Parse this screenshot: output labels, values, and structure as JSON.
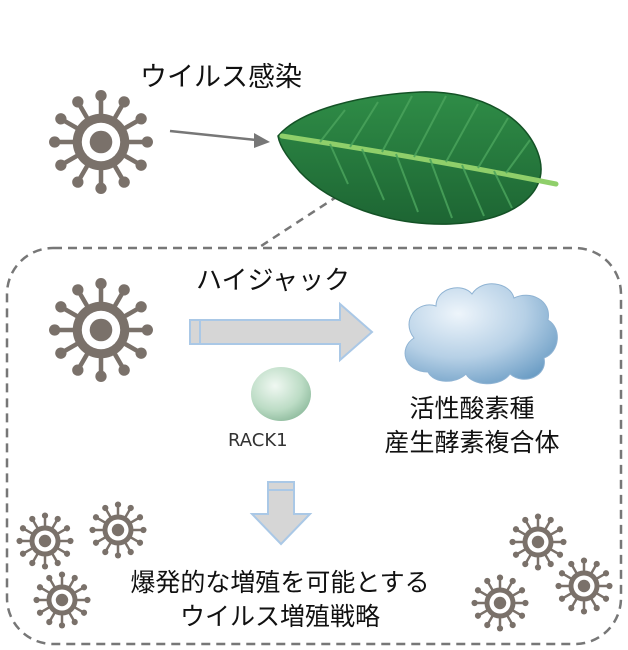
{
  "labels": {
    "virus_infection": "ウイルス感染",
    "hijack": "ハイジャック",
    "rack1": "RACK1",
    "ros_complex_line1": "活性酸素種",
    "ros_complex_line2": "産生酵素複合体",
    "strategy_line1": "爆発的な増殖を可能とする",
    "strategy_line2": "ウイルス増殖戦略"
  },
  "icons": {
    "virus": "virus-icon",
    "leaf": "leaf-icon",
    "cloud": "cloud-icon",
    "rack1_protein": "rack1-ellipse-icon"
  },
  "colors": {
    "virus": "#7a716a",
    "leaf_dark": "#1f6b36",
    "leaf_light": "#2e8b45",
    "leaf_vein": "#8fcf6a",
    "cloud_light": "#e4eff8",
    "cloud_dark": "#6a9cc4",
    "rack1_light": "#e4f2e8",
    "rack1_dark": "#86b596",
    "arrow_fill": "#d6d6d6",
    "arrow_outline": "#aac8e6",
    "dashed_border": "#777777"
  }
}
